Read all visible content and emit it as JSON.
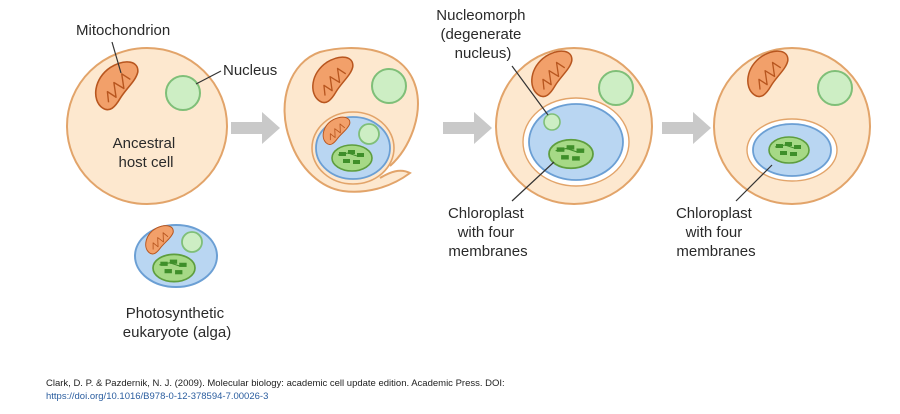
{
  "labels": {
    "mitochondrion": "Mitochondrion",
    "nucleus": "Nucleus",
    "ancestral_host_cell": [
      "Ancestral",
      "host cell"
    ],
    "photosynthetic_eukaryote": [
      "Photosynthetic",
      "eukaryote (alga)"
    ],
    "nucleomorph": [
      "Nucleomorph",
      "(degenerate",
      "nucleus)"
    ],
    "chloroplast_four_membranes_1": [
      "Chloroplast",
      "with four",
      "membranes"
    ],
    "chloroplast_four_membranes_2": [
      "Chloroplast",
      "with four",
      "membranes"
    ]
  },
  "citation": {
    "text": "Clark, D. P. & Pazdernik, N. J. (2009). Molecular biology: academic cell update edition. Academic Press. DOI:",
    "doi": "https://doi.org/10.1016/B978-0-12-378594-7.00026-3"
  },
  "colors": {
    "cell_fill": "#fde8cf",
    "cell_stroke": "#e2a46a",
    "nucleus_fill": "#cdeec4",
    "nucleus_stroke": "#7fbf78",
    "mito_fill": "#f2a06a",
    "mito_stroke": "#b8561f",
    "alga_fill": "#b9d6f2",
    "alga_stroke": "#6b9fd4",
    "chloroplast_fill": "#a6d986",
    "chloroplast_stroke": "#5e9e3e",
    "arrow": "#c9c9c9"
  }
}
